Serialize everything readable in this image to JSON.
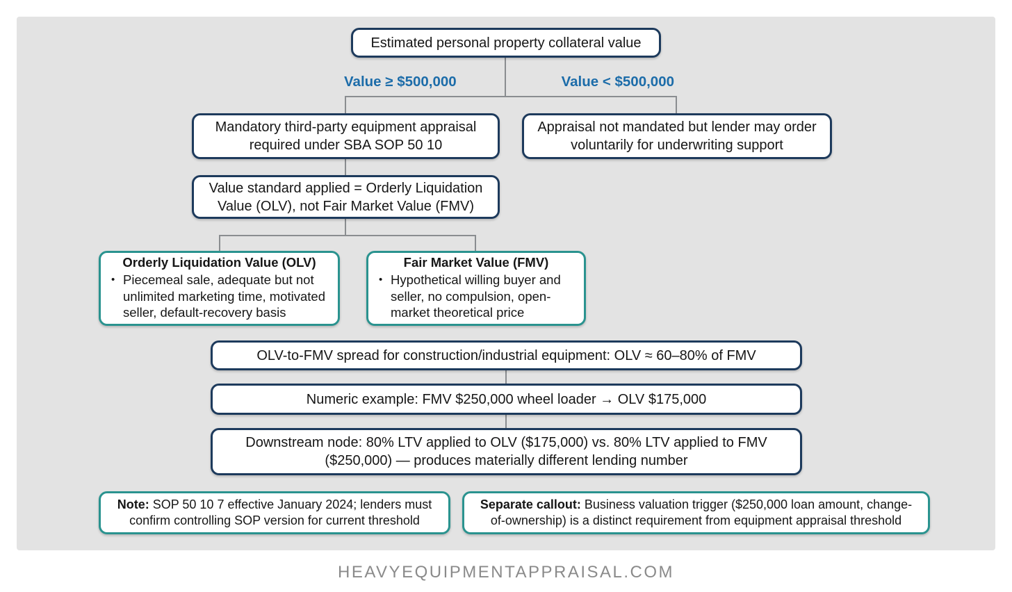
{
  "colors": {
    "navy": "#1d3a5c",
    "teal": "#2a938f",
    "branch": "#1c6ca9",
    "panel": "#e3e3e3",
    "line": "#8a8d90",
    "footer": "#8a8a8a",
    "text": "#161616"
  },
  "glyphs": {
    "bullet": "•"
  },
  "flowchart": {
    "root": "Estimated personal property collateral value",
    "branch_left_label": "Value ≥ $500,000",
    "branch_right_label": "Value < $500,000",
    "mandatory_box": "Mandatory third-party equipment appraisal required under SBA SOP 50 10",
    "voluntary_box": "Appraisal not mandated but lender may order voluntarily for underwriting support",
    "value_standard_box": "Value standard applied = Orderly Liquidation Value (OLV), not Fair Market Value (FMV)",
    "olv_box": {
      "title": "Orderly Liquidation Value (OLV)",
      "bullet": "Piecemeal sale, adequate but not unlimited marketing time, motivated seller, default-recovery basis"
    },
    "fmv_box": {
      "title": "Fair Market Value (FMV)",
      "bullet": "Hypothetical willing buyer and seller, no compulsion, open-market theoretical price"
    },
    "spread_box": "OLV-to-FMV spread for construction/industrial equipment: OLV ≈ 60–80% of FMV",
    "numeric_box": "Numeric example: FMV $250,000 wheel loader → OLV $175,000",
    "downstream_box": "Downstream node: 80% LTV applied to OLV ($175,000) vs. 80% LTV applied to FMV ($250,000) — produces materially different lending number",
    "note_callout": {
      "prefix": "Note:",
      "text": " SOP 50 10 7 effective January 2024; lenders must confirm controlling SOP version for current threshold"
    },
    "separate_callout": {
      "prefix": "Separate callout:",
      "text": " Business valuation trigger ($250,000 loan amount, change-of-ownership) is a distinct requirement from equipment appraisal threshold"
    }
  },
  "footer_text": "HEAVYEQUIPMENTAPPRAISAL.COM"
}
